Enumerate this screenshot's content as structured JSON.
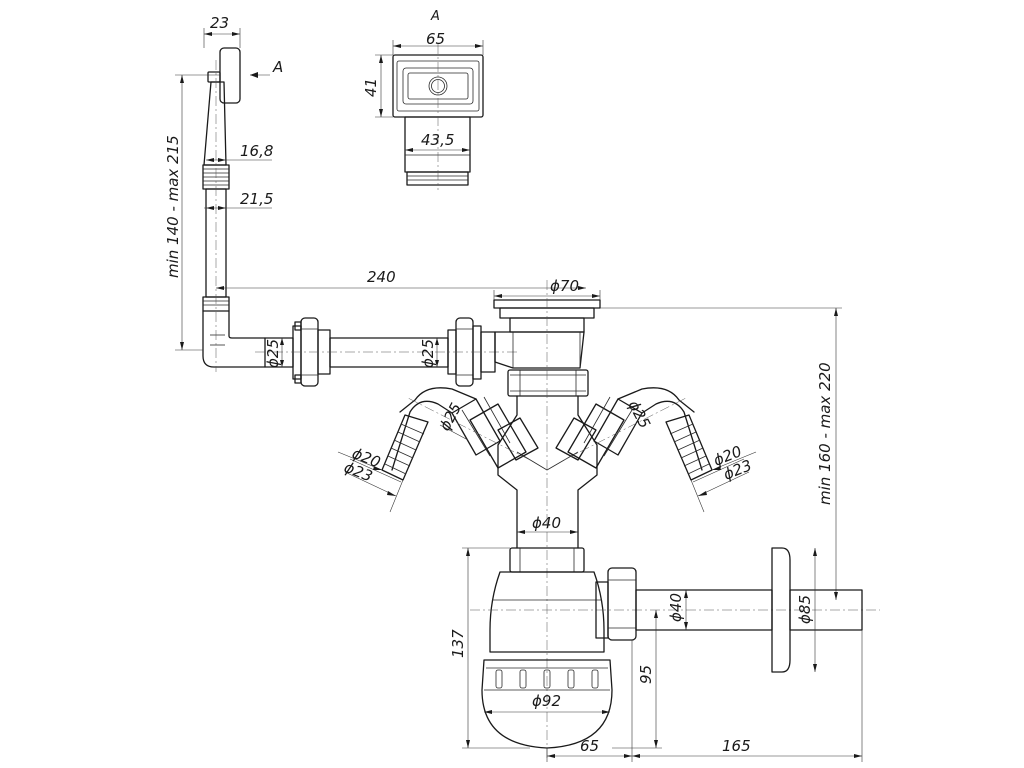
{
  "view_label": "A",
  "arrow_label": "A",
  "dims": {
    "overflow_width": "23",
    "overflow_height": "min 140 - max 215",
    "tube_d1": "16,8",
    "tube_d2": "21,5",
    "pipe_length": "240",
    "pipe_d_left": "ϕ25",
    "pipe_d_right": "ϕ25",
    "grate_width": "65",
    "grate_height": "41",
    "grate_tube": "43,5",
    "strainer_d": "ϕ70",
    "tee_height": "min 160 - max 220",
    "left_nozzle_d": "ϕ25",
    "left_hose_d20": "ϕ20",
    "left_hose_d23": "ϕ23",
    "right_nozzle_d": "ϕ25",
    "right_hose_d20": "ϕ20",
    "right_hose_d23": "ϕ23",
    "pipe40": "ϕ40",
    "trap_height": "137",
    "trap_d": "ϕ92",
    "outlet_d40": "ϕ40",
    "flange_d85": "ϕ85",
    "outlet_height": "95",
    "offset_65": "65",
    "offset_165": "165"
  }
}
